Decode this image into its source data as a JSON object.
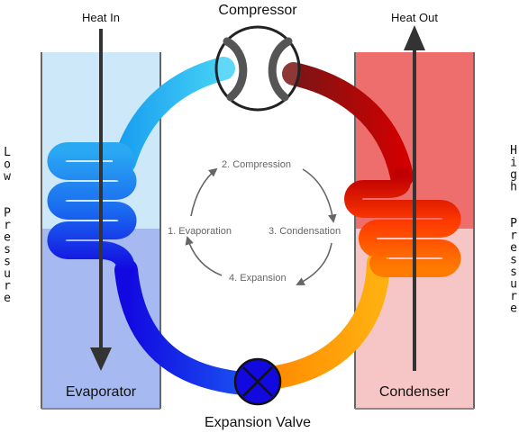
{
  "title": "",
  "components": {
    "compressor": "Compressor",
    "evaporator": "Evaporator",
    "condenser": "Condenser",
    "expansion_valve": "Expansion Valve"
  },
  "flows": {
    "heat_in": "Heat In",
    "heat_out": "Heat Out"
  },
  "pressure": {
    "low": "Low Pressure",
    "high": "High Pressure"
  },
  "cycle_steps": [
    "1. Evaporation",
    "2. Compression",
    "3. Condensation",
    "4. Expansion"
  ],
  "colors": {
    "cold_light": "#3ec4f0",
    "cold_mid": "#1e78f0",
    "cold_dark": "#1208e0",
    "hot_dark": "#c80000",
    "hot_mid": "#ff4a00",
    "hot_light": "#ffa010",
    "evaporator_top": "#c8e6f7",
    "evaporator_bottom": "#9fb4ef",
    "condenser_top": "#f06a6a",
    "condenser_bottom": "#f6c4c4",
    "arrow": "#333333",
    "cycle_arrow": "#666666"
  }
}
